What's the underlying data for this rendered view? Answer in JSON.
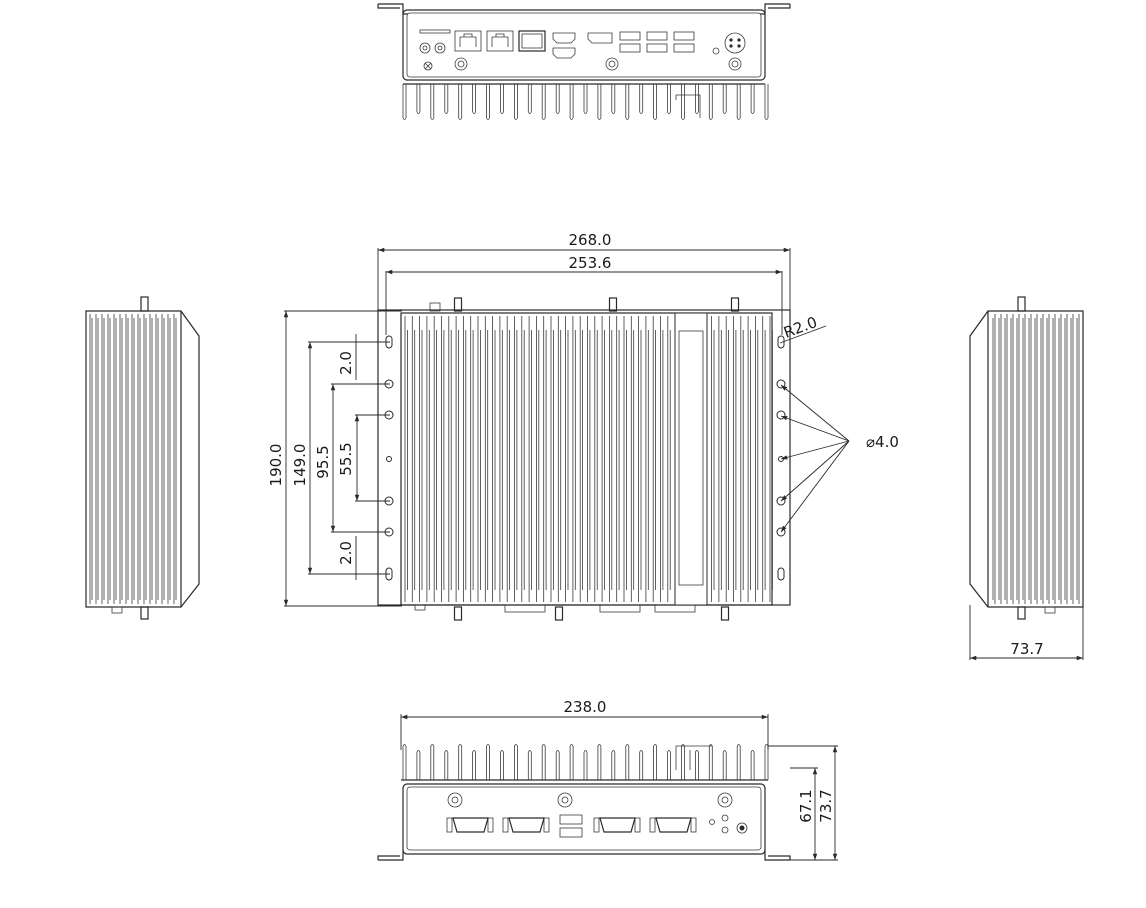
{
  "views": {
    "rear": {
      "name": "rear-io-view"
    },
    "top": {
      "name": "top-view"
    },
    "left": {
      "name": "left-side-view"
    },
    "right": {
      "name": "right-side-view"
    },
    "front": {
      "name": "front-io-view"
    }
  },
  "dimensions": {
    "overall_width": "268.0",
    "hole_span_width": "253.6",
    "overall_depth": "190.0",
    "hole_span_depth": "149.0",
    "inner_span_outer": "95.5",
    "inner_span_inner": "55.5",
    "slot_top": "2.0",
    "slot_bottom": "2.0",
    "corner_radius": "R2.0",
    "hole_diameter": "⌀4.0",
    "side_width": "73.7",
    "front_width": "238.0",
    "body_height": "67.1",
    "total_height": "73.7"
  },
  "colors": {
    "line": "#2a2a2a",
    "background": "#ffffff"
  }
}
